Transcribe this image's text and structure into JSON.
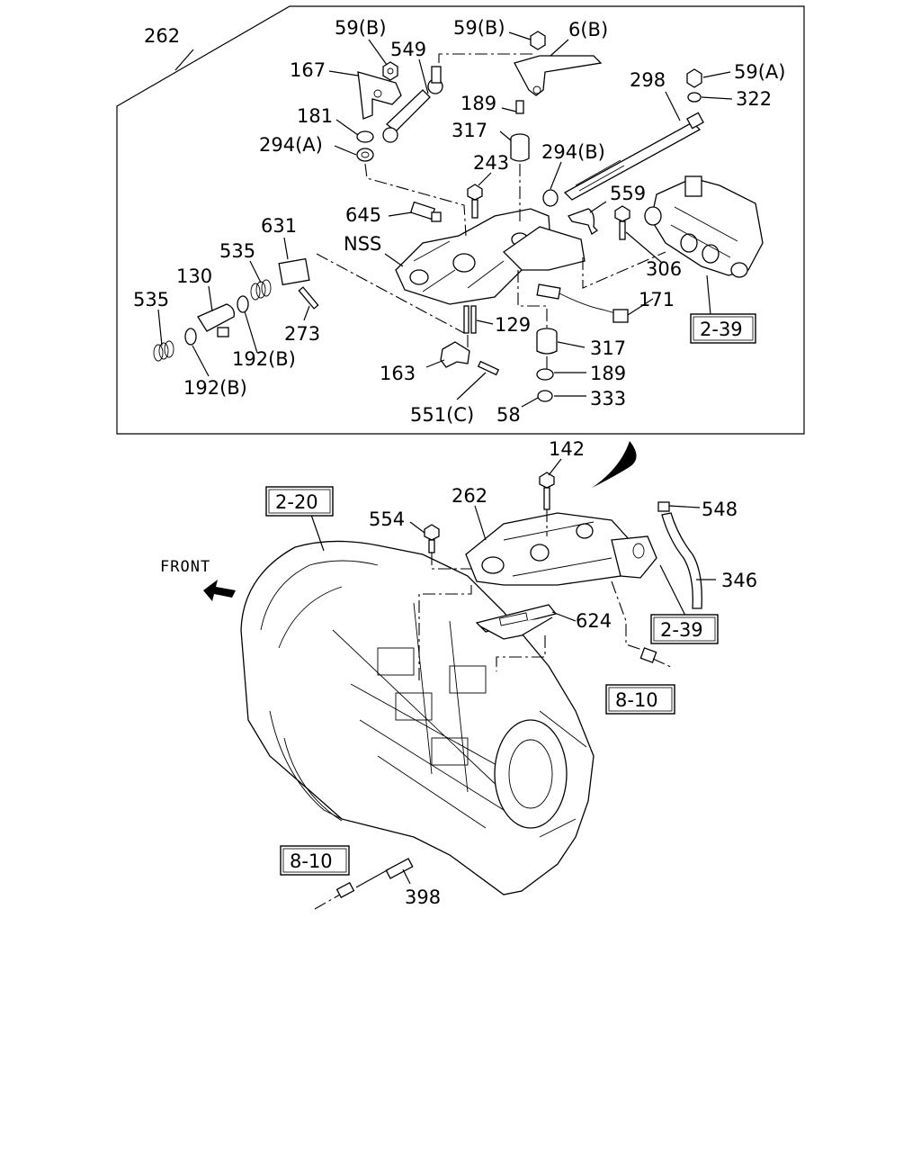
{
  "detail_box": {
    "callout": "262"
  },
  "labels": {
    "p59b_left": "59(B)",
    "p59b_right": "59(B)",
    "p6b": "6(B)",
    "p549": "549",
    "p167": "167",
    "p181": "181",
    "p294a": "294(A)",
    "p189_top": "189",
    "p317_top": "317",
    "p298": "298",
    "p59a": "59(A)",
    "p322": "322",
    "p243": "243",
    "p294b": "294(B)",
    "p559": "559",
    "p645": "645",
    "p631": "631",
    "pNSS": "NSS",
    "p306": "306",
    "p535_top": "535",
    "p130": "130",
    "p535_left": "535",
    "p273": "273",
    "p171": "171",
    "p129": "129",
    "p192b_right": "192(B)",
    "p192b_left": "192(B)",
    "p317_bottom": "317",
    "p163": "163",
    "p189_bottom": "189",
    "p333": "333",
    "p551c": "551(C)",
    "p58": "58",
    "p142": "142",
    "p262_main": "262",
    "p554": "554",
    "p548": "548",
    "p346": "346",
    "p624": "624",
    "p398": "398"
  },
  "refs": {
    "ref_2_39_top": "2-39",
    "ref_2_20": "2-20",
    "ref_2_39_main": "2-39",
    "ref_8_10_right": "8-10",
    "ref_8_10_left": "8-10"
  },
  "front_label": "FRONT"
}
